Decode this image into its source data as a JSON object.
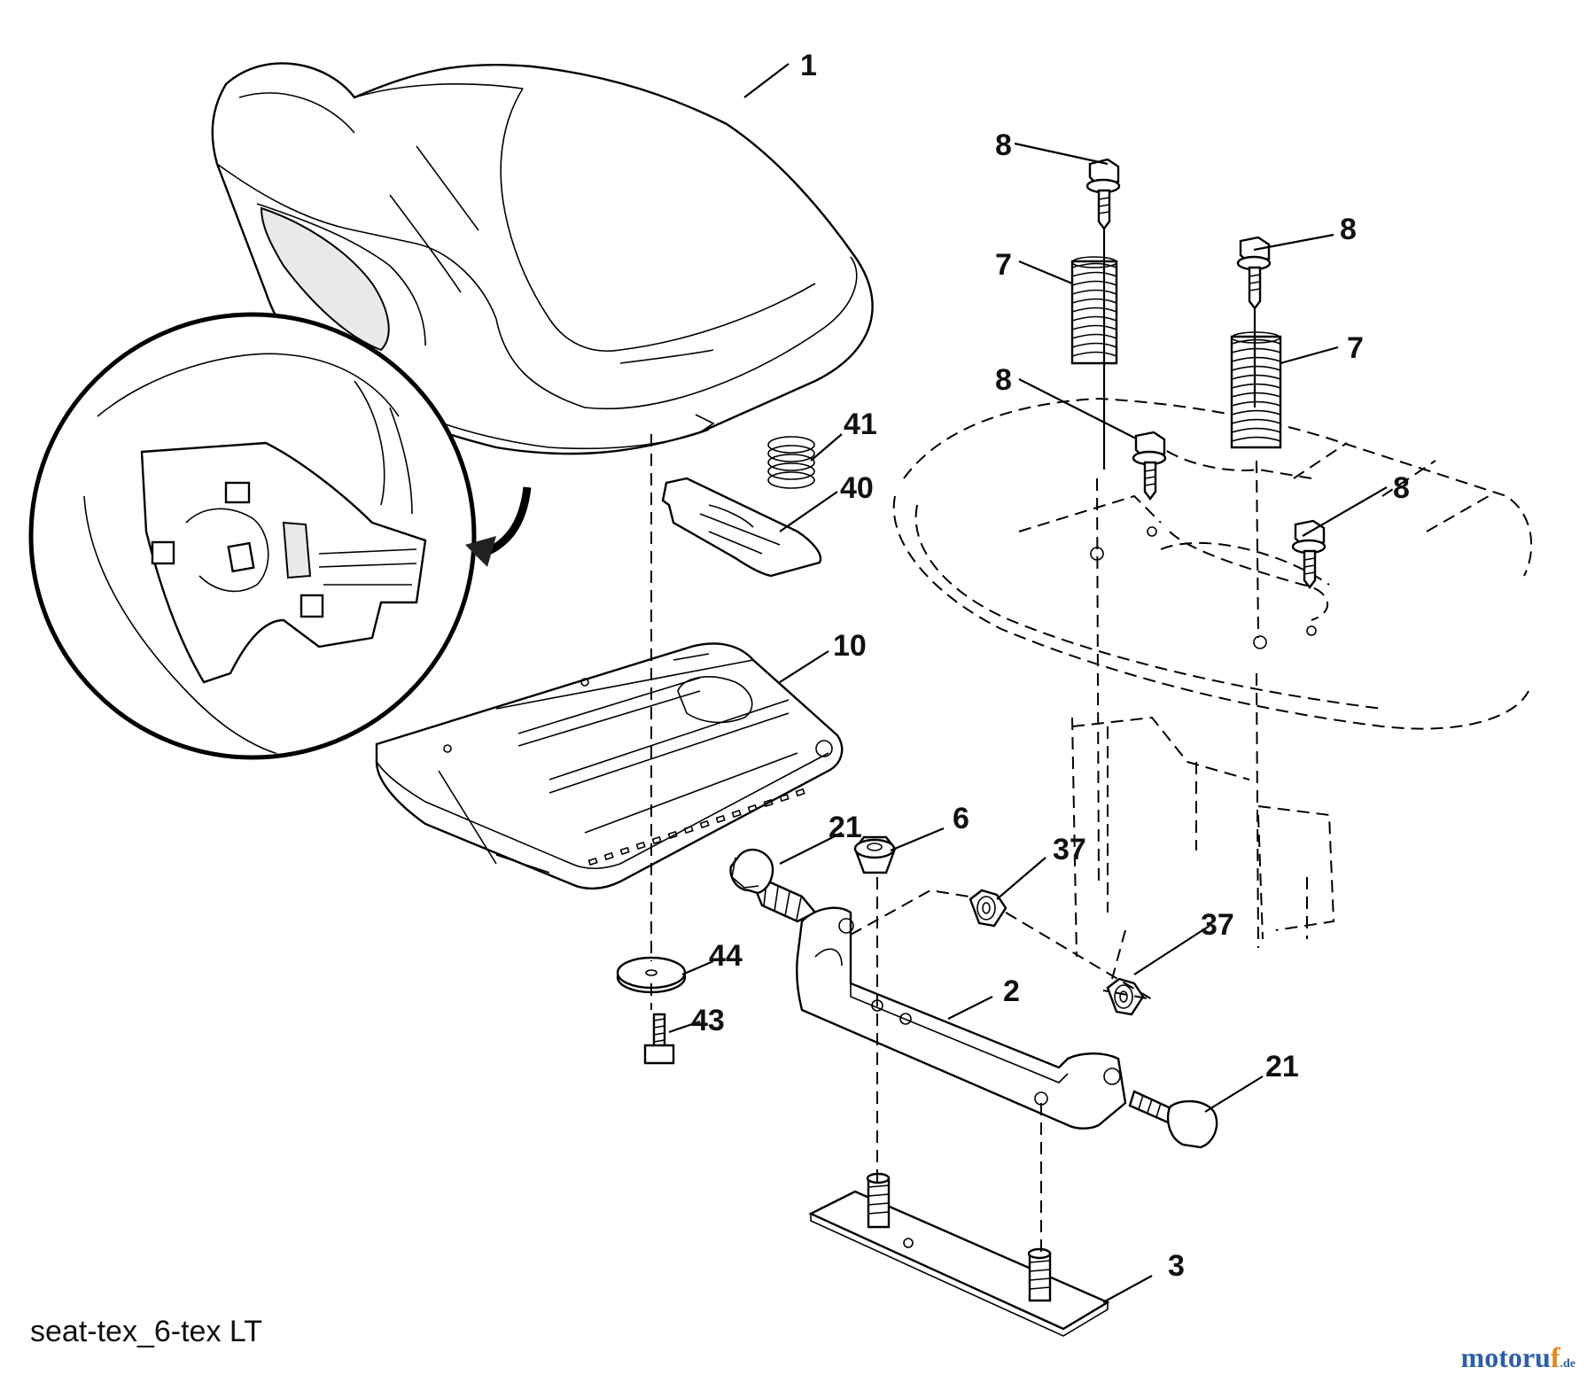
{
  "callouts": {
    "c1": "1",
    "c8a": "8",
    "c8b": "8",
    "c8c": "8",
    "c8d": "8",
    "c7a": "7",
    "c7b": "7",
    "c41": "41",
    "c40": "40",
    "c10": "10",
    "c21a": "21",
    "c6": "6",
    "c37a": "37",
    "c37b": "37",
    "c44": "44",
    "c43": "43",
    "c2": "2",
    "c21b": "21",
    "c3": "3"
  },
  "caption": "seat-tex_6-tex LT",
  "watermark": {
    "main": "motoru",
    "accent": "f",
    "suffix": ".de"
  },
  "colors": {
    "watermark_blue": "#2f5fa8",
    "watermark_orange": "#e08a1e"
  }
}
